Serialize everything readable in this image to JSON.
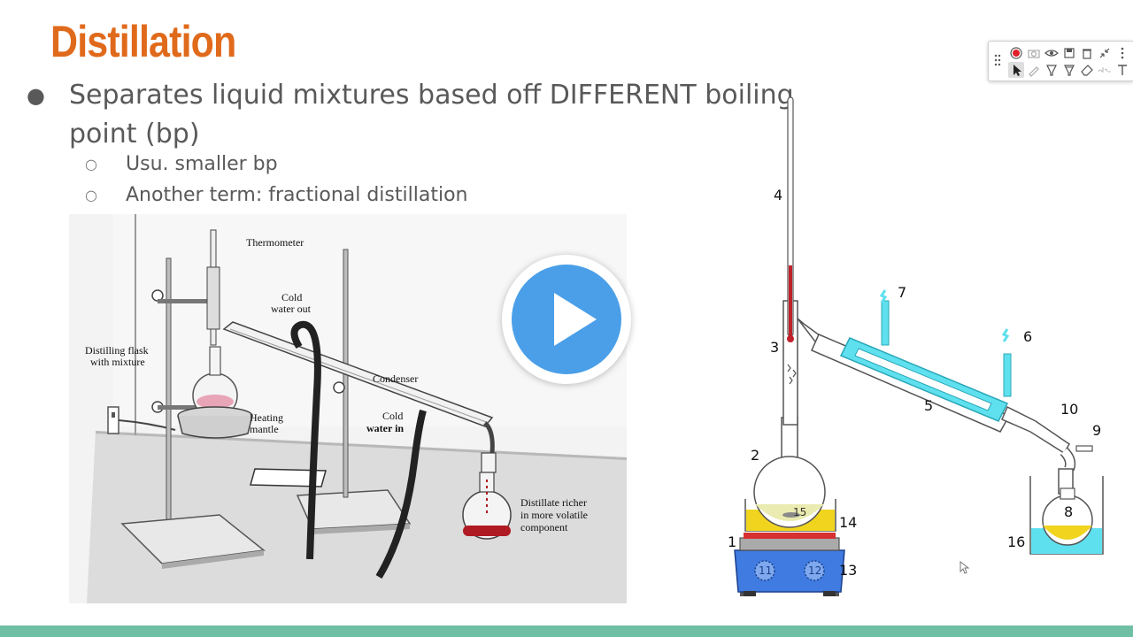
{
  "slide": {
    "title": "Distillation",
    "bullet_main": "Separates liquid mixtures based off DIFFERENT boiling point (bp)",
    "bullet_symbol": "●",
    "sub_symbol": "○",
    "sub_bullets": [
      "Usu. smaller bp",
      "Another term: fractional distillation"
    ]
  },
  "photo": {
    "labels": {
      "thermometer": "Thermometer",
      "cold_out_1": "Cold",
      "cold_out_2": "water out",
      "flask_1": "Distilling flask",
      "flask_2": "with mixture",
      "condenser": "Condenser",
      "heating_1": "Heating",
      "heating_2": "mantle",
      "cold_in_1": "Cold",
      "cold_in_2": "water in",
      "distillate_1": "Distillate richer",
      "distillate_2": "in more volatile",
      "distillate_3": "component"
    }
  },
  "diagram": {
    "n1": "1",
    "n2": "2",
    "n3": "3",
    "n4": "4",
    "n5": "5",
    "n6": "6",
    "n7": "7",
    "n8": "8",
    "n9": "9",
    "n10": "10",
    "n11": "11",
    "n12": "12",
    "n13": "13",
    "n14": "14",
    "n15": "15",
    "n16": "16"
  },
  "toolbar": {
    "row1": [
      "grip-icon",
      "record-icon",
      "camera-icon",
      "eye-icon",
      "save-icon",
      "trash-icon",
      "collapse-icon",
      "more-icon"
    ],
    "row2": [
      "pointer-icon",
      "pen-icon",
      "highlighter-icon",
      "highlighter2-icon",
      "eraser-icon",
      "ocr-icon",
      "text-icon"
    ]
  },
  "colors": {
    "title": "#e06a1b",
    "text": "#595959",
    "play": "#4a9fe8",
    "bottom_bar": "#6fbfa4",
    "condenser": "#5fe0ef",
    "mixture": "#f1d41e",
    "hotplate": "#3f7be0",
    "distillate_red": "#b01a22"
  }
}
